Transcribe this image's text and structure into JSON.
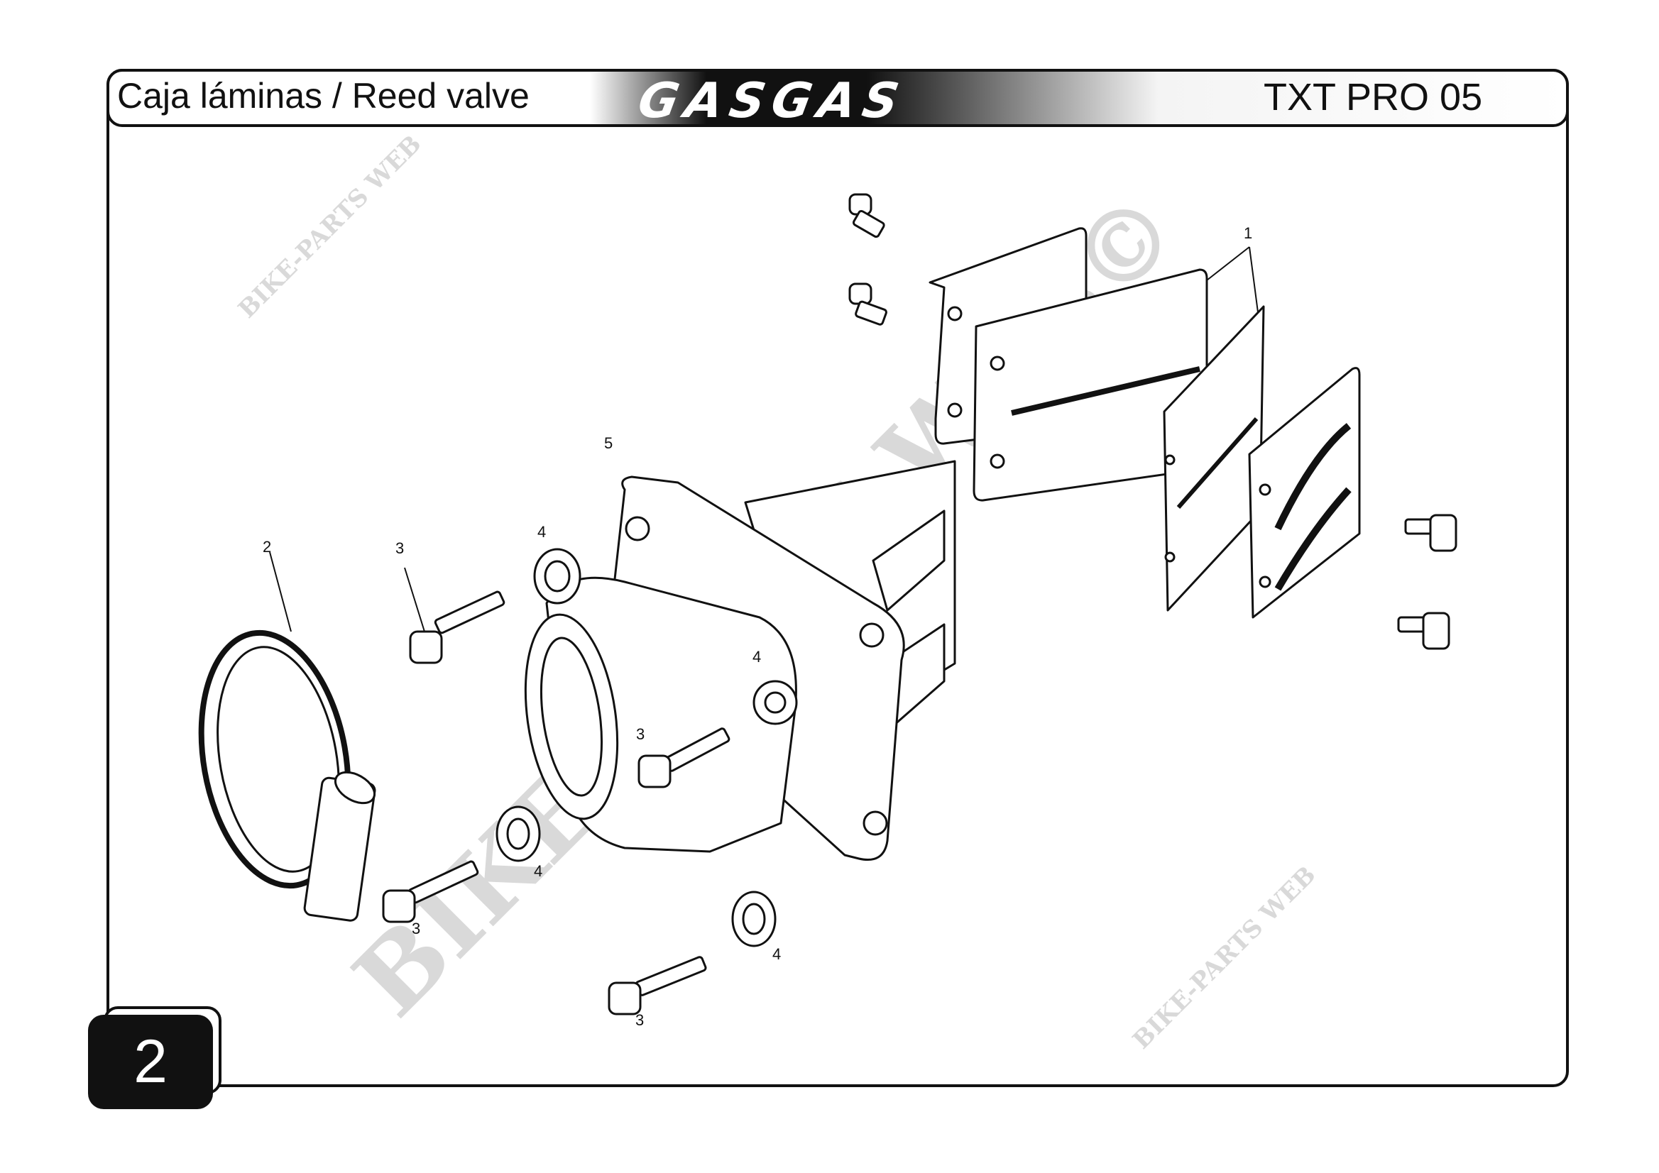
{
  "header": {
    "title": "Caja láminas / Reed valve",
    "brand": "GASGAS",
    "model": "TXT PRO 05"
  },
  "page_number": "2",
  "watermark": {
    "small": "BIKE-PARTS WEB",
    "large": "BIKE-PARTS WEB©"
  },
  "callouts": {
    "reed_petals": "1",
    "hose_clamp": "2",
    "screw_a": "3",
    "screw_b": "3",
    "screw_c": "3",
    "screw_d": "3",
    "washer_a": "4",
    "washer_b": "4",
    "washer_c": "4",
    "washer_d": "4",
    "reed_valve_body": "5"
  }
}
